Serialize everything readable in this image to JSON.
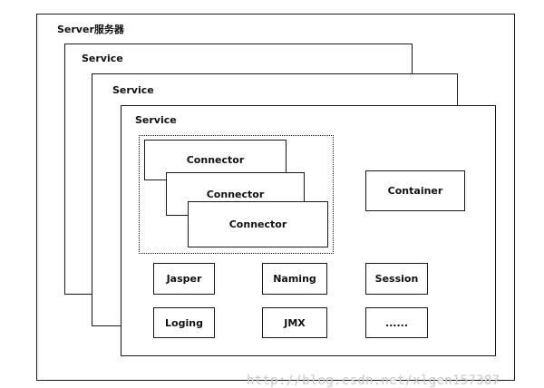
{
  "server": {
    "label": "Server服务器"
  },
  "services": [
    "Service",
    "Service",
    "Service"
  ],
  "connectors": [
    "Connector",
    "Connector",
    "Connector"
  ],
  "container": {
    "label": "Container"
  },
  "components": [
    "Jasper",
    "Naming",
    "Session",
    "Loging",
    "JMX",
    "......"
  ],
  "watermark": "http://blog.csdn.net/xlgen157387"
}
